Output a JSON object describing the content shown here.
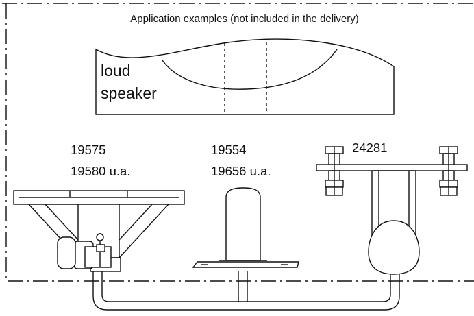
{
  "title": "Application examples (not included in the delivery)",
  "speaker_label": [
    "loud",
    "speaker"
  ],
  "parts": [
    {
      "id": "left",
      "lines": [
        "19575",
        "19580 u.a."
      ]
    },
    {
      "id": "center",
      "lines": [
        "19554",
        "19656 u.a."
      ]
    },
    {
      "id": "right",
      "lines": [
        "24281"
      ]
    }
  ],
  "colors": {
    "line": "#111111",
    "background": "#ffffff"
  }
}
